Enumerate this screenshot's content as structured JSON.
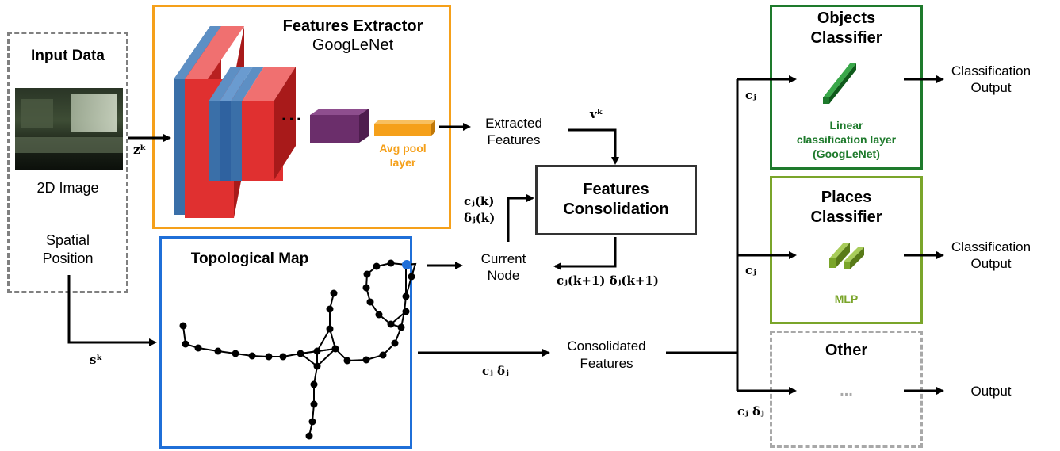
{
  "input": {
    "title": "Input Data",
    "image_caption": "2D Image",
    "spatial_line1": "Spatial",
    "spatial_line2": "Position"
  },
  "extractor": {
    "title": "Features Extractor",
    "subtitle": "GoogLeNet",
    "pool_line1": "Avg pool",
    "pool_line2": "layer",
    "dots": "· · ·"
  },
  "topo": {
    "title": "Topological Map"
  },
  "consolidation": {
    "line1": "Features",
    "line2": "Consolidation"
  },
  "labels": {
    "extracted_line1": "Extracted",
    "extracted_line2": "Features",
    "current_line1": "Current",
    "current_line2": "Node",
    "consolidated_line1": "Consolidated",
    "consolidated_line2": "Features"
  },
  "math": {
    "zk": "zᵏ",
    "sk": "sᵏ",
    "vk": "vᵏ",
    "cjk": "cⱼ(k)",
    "djk": "δⱼ(k)",
    "cjk1": "cⱼ(k+1)  δⱼ(k+1)",
    "cjdj": "cⱼ  δⱼ",
    "cj_obj": "cⱼ",
    "cj_place": "cⱼ",
    "cjdj_other": "cⱼ δⱼ"
  },
  "objects": {
    "title_line1": "Objects",
    "title_line2": "Classifier",
    "layer_line1": "Linear",
    "layer_line2": "classification layer",
    "layer_line3": "(GoogLeNet)",
    "output_line1": "Classification",
    "output_line2": "Output"
  },
  "places": {
    "title_line1": "Places",
    "title_line2": "Classifier",
    "layer": "MLP",
    "output_line1": "Classification",
    "output_line2": "Output"
  },
  "other": {
    "title": "Other",
    "dots": "...",
    "output": "Output"
  },
  "colors": {
    "orange": "#f5a01a",
    "blue": "#1f6fd8",
    "dark_green": "#1e7a2c",
    "light_green": "#7aa52a",
    "gray": "#a8a8a8",
    "conv_red": "#e03030",
    "conv_blue": "#3a6fa8",
    "purple": "#6b2e6b"
  }
}
